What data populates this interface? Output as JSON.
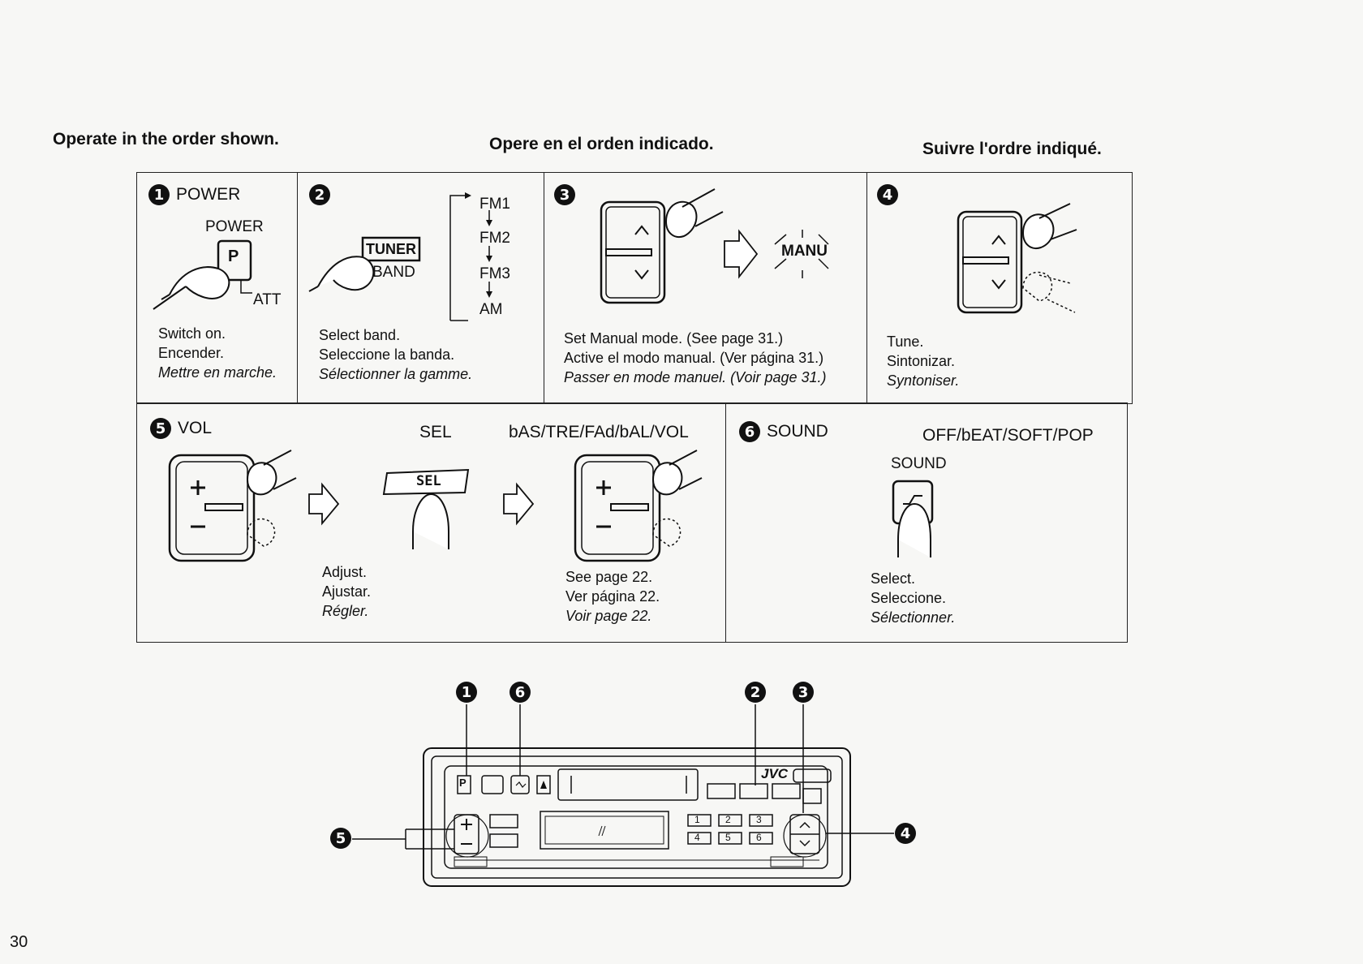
{
  "headers": {
    "en": "Operate in the order shown.",
    "es": "Opere en el orden indicado.",
    "fr": "Suivre l'ordre indiqué."
  },
  "steps": {
    "s1": {
      "num": "1",
      "title": "POWER",
      "button_label": "POWER",
      "key": "P",
      "att": "ATT",
      "cap": [
        "Switch on.",
        "Encender.",
        "Mettre en marche."
      ]
    },
    "s2": {
      "num": "2",
      "button_top": "TUNER",
      "button_bottom": "BAND",
      "bands": [
        "FM1",
        "FM2",
        "FM3",
        "AM"
      ],
      "cap": [
        "Select band.",
        "Seleccione la banda.",
        "Sélectionner la gamme."
      ]
    },
    "s3": {
      "num": "3",
      "display": "MANU",
      "cap": [
        "Set Manual mode. (See page 31.)",
        "Active el modo manual. (Ver página 31.)",
        "Passer en mode manuel. (Voir page 31.)"
      ]
    },
    "s4": {
      "num": "4",
      "cap": [
        "Tune.",
        "Sintonizar.",
        "Syntoniser."
      ]
    },
    "s5": {
      "num": "5",
      "title": "VOL",
      "sel_label": "SEL",
      "sel_button": "SEL",
      "modes": "bAS/TRE/FAd/bAL/VOL",
      "cap_adjust": [
        "Adjust.",
        "Ajustar.",
        "Régler."
      ],
      "cap_see": [
        "See page 22.",
        "Ver página 22.",
        "Voir page 22."
      ]
    },
    "s6": {
      "num": "6",
      "title": "SOUND",
      "modes": "OFF/bEAT/SOFT/POP",
      "button_label": "SOUND",
      "cap": [
        "Select.",
        "Seleccione.",
        "Sélectionner."
      ]
    }
  },
  "panel": {
    "brand": "JVC",
    "key_p": "P",
    "presets": [
      "1",
      "2",
      "3",
      "4",
      "5",
      "6"
    ],
    "callouts": [
      "1",
      "6",
      "2",
      "3",
      "5",
      "4"
    ]
  },
  "page_number": "30"
}
